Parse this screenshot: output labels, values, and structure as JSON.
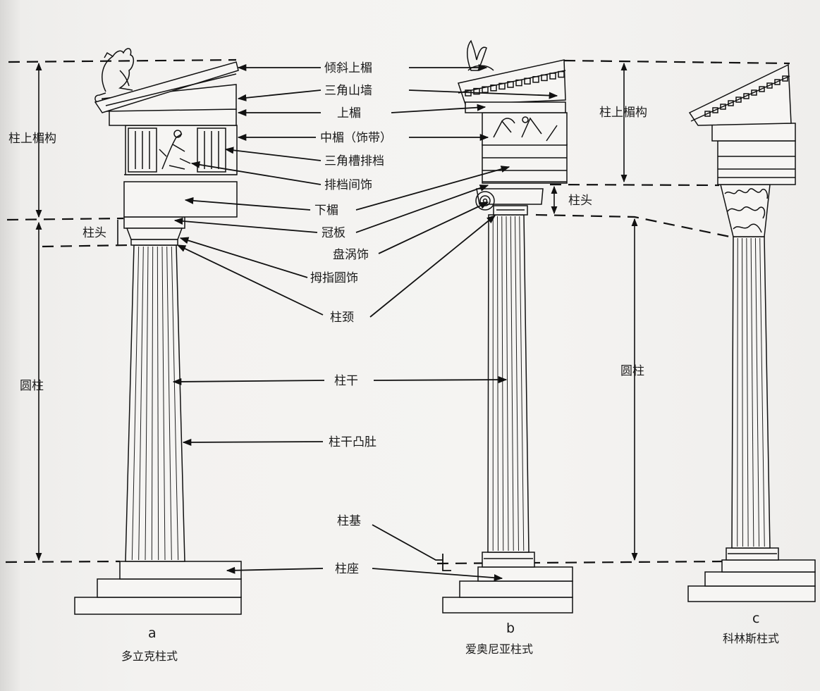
{
  "labels": {
    "raking_cornice": "倾斜上楣",
    "pediment": "三角山墙",
    "cornice": "上楣",
    "frieze": "中楣（饰带）",
    "triglyph": "三角槽排档",
    "metope": "排档间饰",
    "architrave": "下楣",
    "abacus": "冠板",
    "volute": "盘涡饰",
    "echinus": "拇指圆饰",
    "necking": "柱颈",
    "shaft": "柱干",
    "entasis": "柱干凸肚",
    "base": "柱基",
    "stylobate": "柱座"
  },
  "dimensions": {
    "entablature_left": "柱上楣构",
    "capital_left": "柱头",
    "column_left": "圆柱",
    "entablature_right": "柱上楣构",
    "capital_right": "柱头",
    "column_right": "圆柱"
  },
  "orders": [
    {
      "letter": "a",
      "name": "多立克柱式"
    },
    {
      "letter": "b",
      "name": "爱奥尼亚柱式"
    },
    {
      "letter": "c",
      "name": "科林斯柱式"
    }
  ]
}
